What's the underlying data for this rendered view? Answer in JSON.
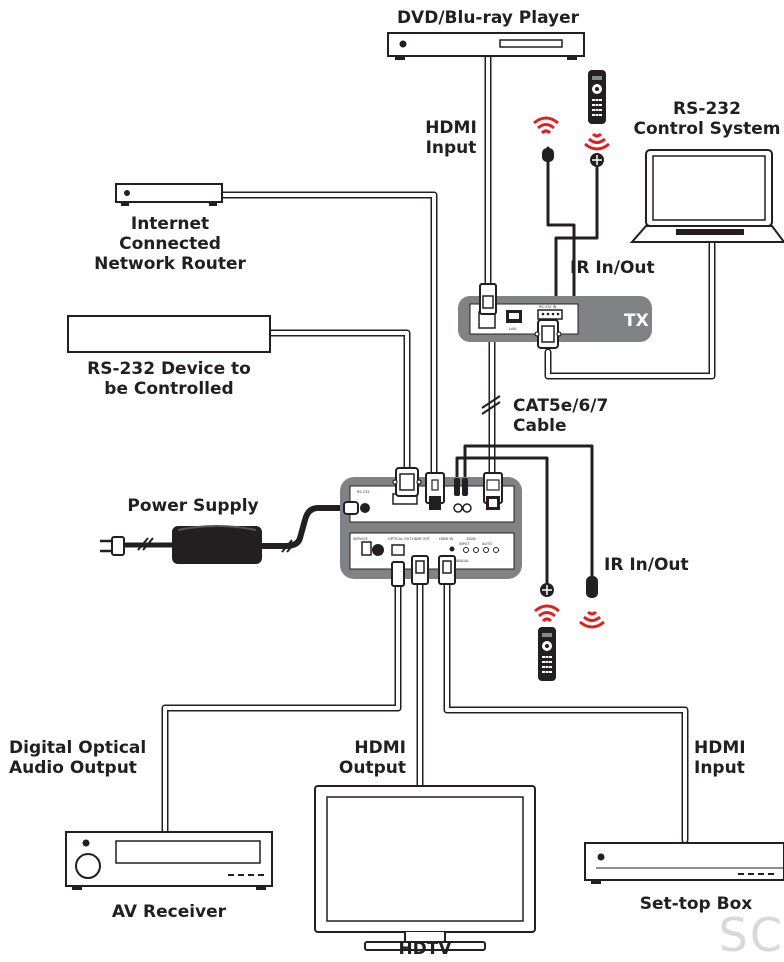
{
  "labels": {
    "dvd": "DVD/Blu-ray Player",
    "hdmi_input_top": [
      "HDMI",
      "Input"
    ],
    "rs232_control": [
      "RS-232",
      "Control System"
    ],
    "router": [
      "Internet",
      "Connected",
      "Network Router"
    ],
    "ir_top": "IR In/Out",
    "tx": "TX",
    "rs232_device": [
      "RS-232 Device to",
      "be Controlled"
    ],
    "cat_cable": [
      "CAT5e/6/7",
      "Cable"
    ],
    "power": "Power Supply",
    "ir_bottom": "IR In/Out",
    "digital_optical": [
      "Digital Optical",
      "Audio Output"
    ],
    "hdmi_output": [
      "HDMI",
      "Output"
    ],
    "hdmi_input_right": [
      "HDMI",
      "Input"
    ],
    "av_receiver": "AV Receiver",
    "set_top": "Set-top Box",
    "hdtv": "HDTV"
  },
  "panel_text": {
    "tx_lan": "LAN",
    "tx_rs232": "RS-232 IN",
    "rx_rs232": "RS-232",
    "rx_service": "SERVICE",
    "rx_optical": "OPTICAL OUT",
    "rx_hdmi_out": "HDMI OUT",
    "rx_hdmi_in": "HDMI IN",
    "rx_input": "INPUT",
    "rx_edid": "EDID",
    "rx_auto": "AUTO",
    "rx_manual": "MANUAL"
  },
  "watermark": "SC",
  "colors": {
    "line": "#231f20",
    "panel": "#808285",
    "ir_red": "#e02020",
    "device_fill": "#ffffff"
  }
}
